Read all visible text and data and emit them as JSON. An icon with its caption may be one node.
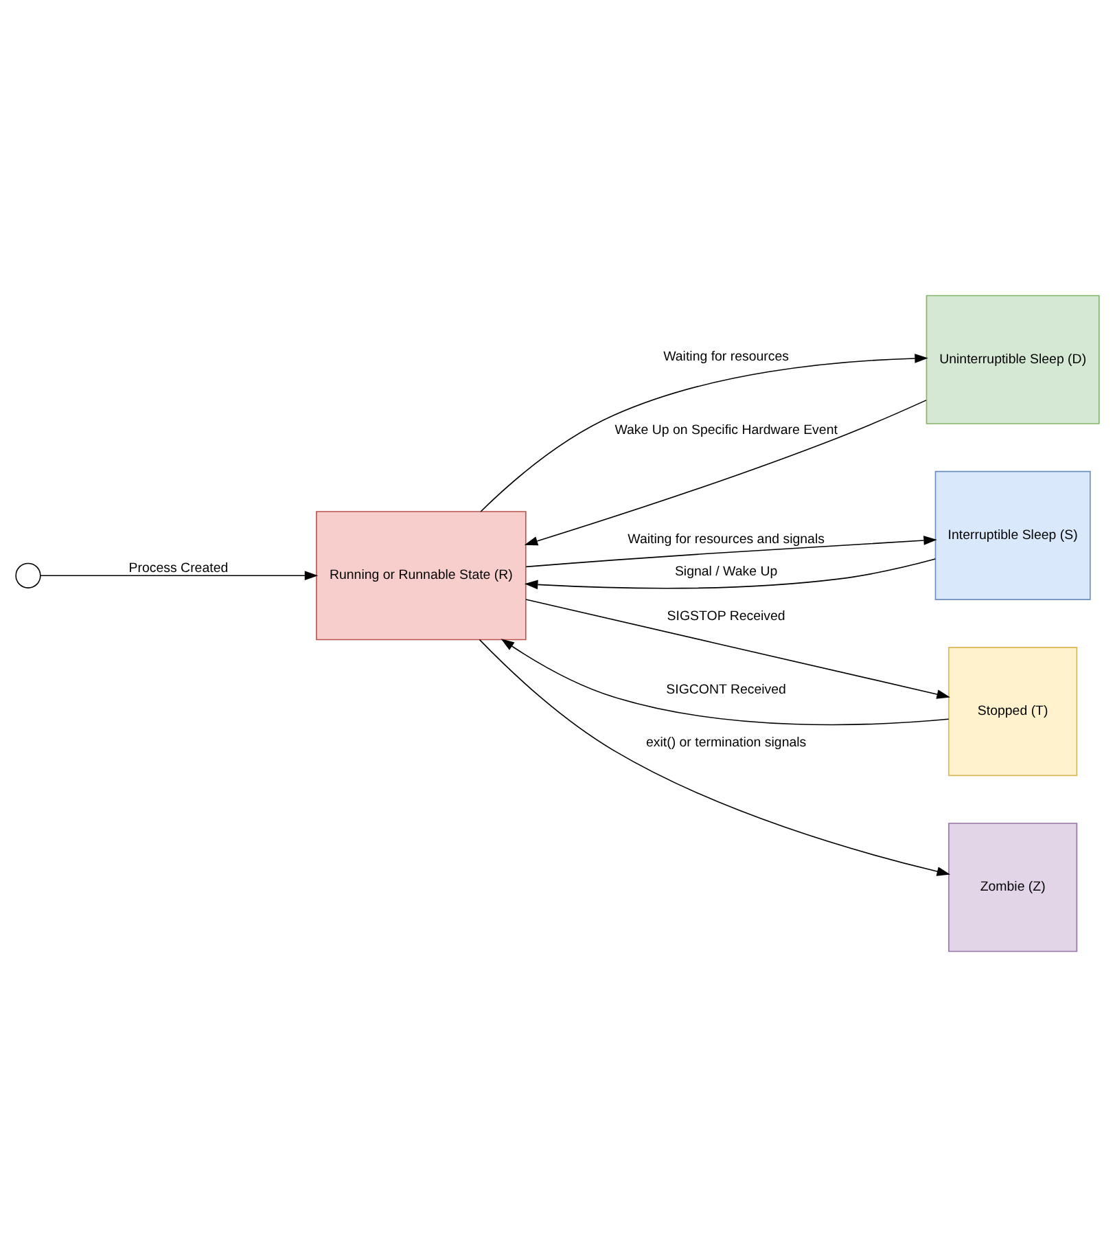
{
  "diagram": {
    "nodes": [
      {
        "text": [],
        "shape": "circle"
      },
      {
        "text": [
          "Running or Runnable State (R)"
        ]
      },
      {
        "text": [
          "Uninterruptible Sleep (D)"
        ]
      },
      {
        "text": [
          "Interruptible Sleep (S)"
        ]
      },
      {
        "text": [
          "Stopped (T)"
        ]
      },
      {
        "text": [
          "Zombie (Z)"
        ]
      }
    ],
    "edges": [
      {
        "from": 0,
        "to": 1,
        "arrow": "to",
        "label": "Process Created"
      },
      {
        "from": 1,
        "to": 2,
        "arrow": "to",
        "label": "Waiting for resources"
      },
      {
        "from": 2,
        "to": 1,
        "arrow": "to",
        "label": "Wake Up on Specific Hardware Event"
      },
      {
        "from": 1,
        "to": 3,
        "arrow": "to",
        "label": "Waiting for resources and signals"
      },
      {
        "from": 3,
        "to": 1,
        "arrow": "to",
        "label": "Signal / Wake Up"
      },
      {
        "from": 1,
        "to": 4,
        "arrow": "to",
        "label": "SIGSTOP Received"
      },
      {
        "from": 4,
        "to": 1,
        "arrow": "to",
        "label": "SIGCONT Received"
      },
      {
        "from": 1,
        "to": 5,
        "arrow": "to",
        "label": "exit() or termination signals"
      }
    ]
  }
}
